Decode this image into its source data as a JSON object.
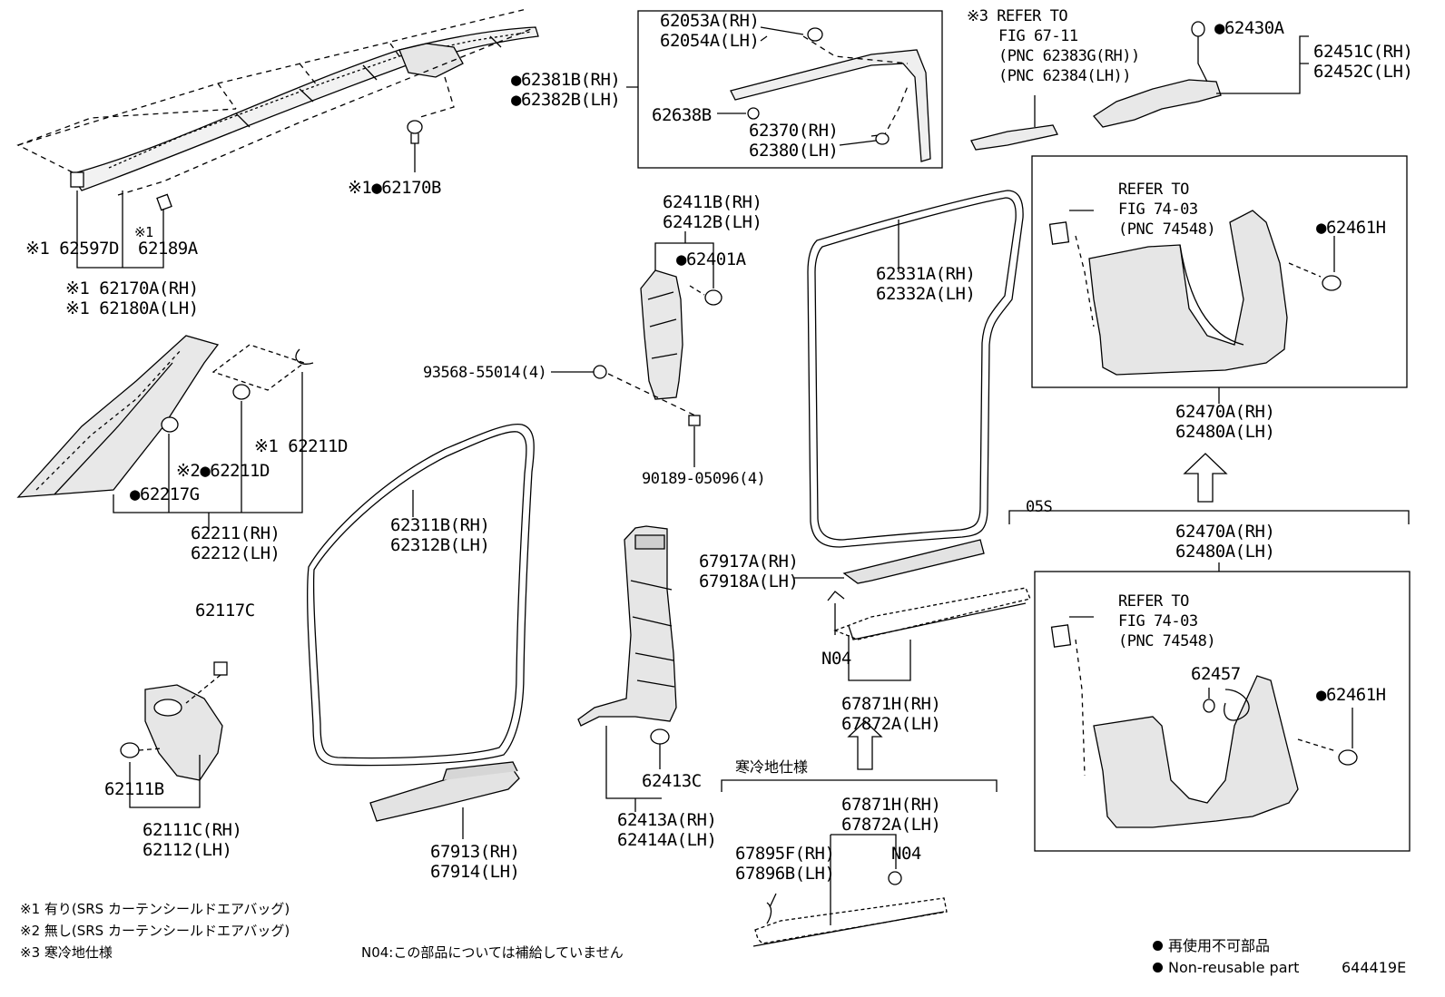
{
  "labels": {
    "roof_a": "※1 62170A(RH)",
    "roof_b": "※1 62180A(LH)",
    "p62597d": "※1 62597D",
    "p62189a_mark": "※1",
    "p62189a": "62189A",
    "p62170b": "※1●62170B",
    "a_pillar_1": "62211(RH)",
    "a_pillar_2": "62212(LH)",
    "p62217g": "●62217G",
    "p62211d_2": "※2●62211D",
    "p62211d_1": "※1 62211D",
    "p62117c": "62117C",
    "p62111b": "62111B",
    "cowl_1": "62111C(RH)",
    "cowl_2": "62112(LH)",
    "ws_front_1": "62311B(RH)",
    "ws_front_2": "62312B(LH)",
    "scuff_front_1": "67913(RH)",
    "scuff_front_2": "67914(LH)",
    "roof_w_1": "62053A(RH)",
    "roof_w_2": "62054A(LH)",
    "roof_set_1": "●62381B(RH)",
    "roof_set_2": "●62382B(LH)",
    "p62638b": "62638B",
    "p62370_1": "62370(RH)",
    "p62380_2": "62380(LH)",
    "bp_up_1": "62411B(RH)",
    "bp_up_2": "62412B(LH)",
    "p62401a": "●62401A",
    "screw": "93568-55014(4)",
    "clip": "90189-05096(4)",
    "bp_low_1": "62413A(RH)",
    "bp_low_2": "62414A(LH)",
    "p62413c": "62413C",
    "ws_rear_1": "62331A(RH)",
    "ws_rear_2": "62332A(LH)",
    "scuff_rear_1": "67917A(RH)",
    "scuff_rear_2": "67918A(LH)",
    "n04_a": "N04",
    "step_1": "67871H(RH)",
    "step_2": "67872A(LH)",
    "cold_title": "寒冷地仕様",
    "cold_1": "67871H(RH)",
    "cold_2": "67872A(LH)",
    "heat_1": "67895F(RH)",
    "heat_2": "67896B(LH)",
    "n04_b": "N04",
    "ref3_1": "※3 REFER TO",
    "ref3_2": "FIG 67-11",
    "ref3_3": "(PNC 62383G(RH))",
    "ref3_4": "(PNC 62384(LH))",
    "p62430a": "●62430A",
    "qp_top_1": "62451C(RH)",
    "qp_top_2": "62452C(LH)",
    "refA_1": "REFER TO",
    "refA_2": "FIG 74-03",
    "refA_3": "(PNC 74548)",
    "p62461h_a": "●62461H",
    "qp_a_1": "62470A(RH)",
    "qp_a_2": "62480A(LH)",
    "grade": "05S",
    "qp_b_1": "62470A(RH)",
    "qp_b_2": "62480A(LH)",
    "refB_1": "REFER TO",
    "refB_2": "FIG 74-03",
    "refB_3": "(PNC 74548)",
    "p62457": "62457",
    "p62461h_b": "●62461H"
  },
  "notes": {
    "n1": "※1 有り(SRS カーテンシールドエアバッグ)",
    "n2": "※2 無し(SRS カーテンシールドエアバッグ)",
    "n3": "※3 寒冷地仕様",
    "n04": "N04:この部品については補給していません"
  },
  "legend": {
    "jp": "再使用不可部品",
    "en": "Non-reusable part",
    "fig_no": "644419E"
  }
}
